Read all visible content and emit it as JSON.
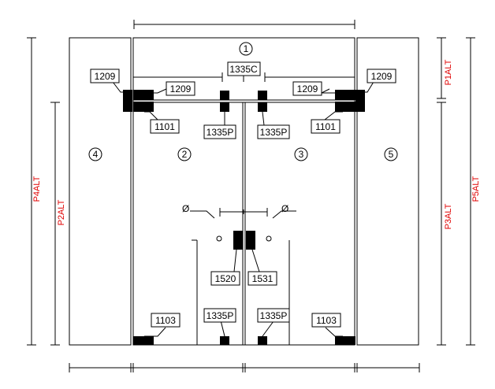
{
  "panels": [
    {
      "id": "panel-1",
      "label": "1"
    },
    {
      "id": "panel-2",
      "label": "2"
    },
    {
      "id": "panel-3",
      "label": "3"
    },
    {
      "id": "panel-4",
      "label": "4"
    },
    {
      "id": "panel-5",
      "label": "5"
    }
  ],
  "hardware_labels": {
    "hinge_outer_left": "1209",
    "hinge_inner_left": "1209",
    "hinge_inner_right": "1209",
    "hinge_outer_right": "1209",
    "top_center": "1335C",
    "top_pivot_left": "1101",
    "top_pivot_right": "1101",
    "top_patch_left": "1335P",
    "top_patch_right": "1335P",
    "lock_left": "1520",
    "lock_right": "1531",
    "bottom_pivot_left": "1103",
    "bottom_pivot_right": "1103",
    "bottom_patch_left": "1335P",
    "bottom_patch_right": "1335P"
  },
  "handle_symbol": "Ø",
  "dimension_labels": {
    "left_outer": "P4ALT",
    "left_inner": "P2ALT",
    "right_top": "P1ALT",
    "right_bottom": "P3ALT",
    "right_outer": "P5ALT"
  },
  "colors": {
    "line": "#000000",
    "dimension_text": "#e00000",
    "background": "#ffffff"
  }
}
